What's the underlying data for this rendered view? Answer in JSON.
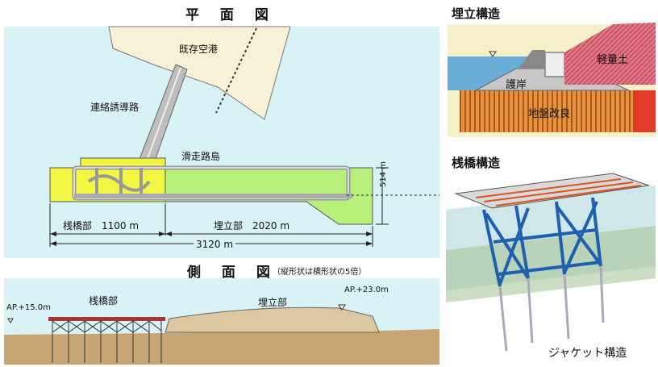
{
  "plan": {
    "title": "平 面 図",
    "existing_airport": "既存空港",
    "access_road": "連絡誘導路",
    "runway_island": "滑走路島",
    "width_label": "514 m",
    "pier_length": "桟橋部　1100 m",
    "reclaim_length": "埋立部　2020 m",
    "total_length": "3120 m"
  },
  "side": {
    "title": "側 面 図",
    "note": "（縦形状は横形状の5倍）",
    "ap_left": "AP.+15.0m",
    "ap_right": "AP.+23.0m",
    "pier_label": "桟橋部",
    "reclaim_label": "埋立部"
  },
  "reclaim": {
    "title": "埋立構造",
    "light_soil": "軽量土",
    "revetment": "護岸",
    "ground_improvement": "地盤改良"
  },
  "pier": {
    "title": "桟橋構造",
    "jacket": "ジャケット構造"
  },
  "colors": {
    "sea": "#d8f2f6",
    "pier_zone": "#f2f542",
    "reclaim_zone": "#b7f07a",
    "airport": "#f7f1d7",
    "soil": "#dcc7a2",
    "light_soil": "#e07586",
    "ground_stripes": "#e0963c"
  }
}
